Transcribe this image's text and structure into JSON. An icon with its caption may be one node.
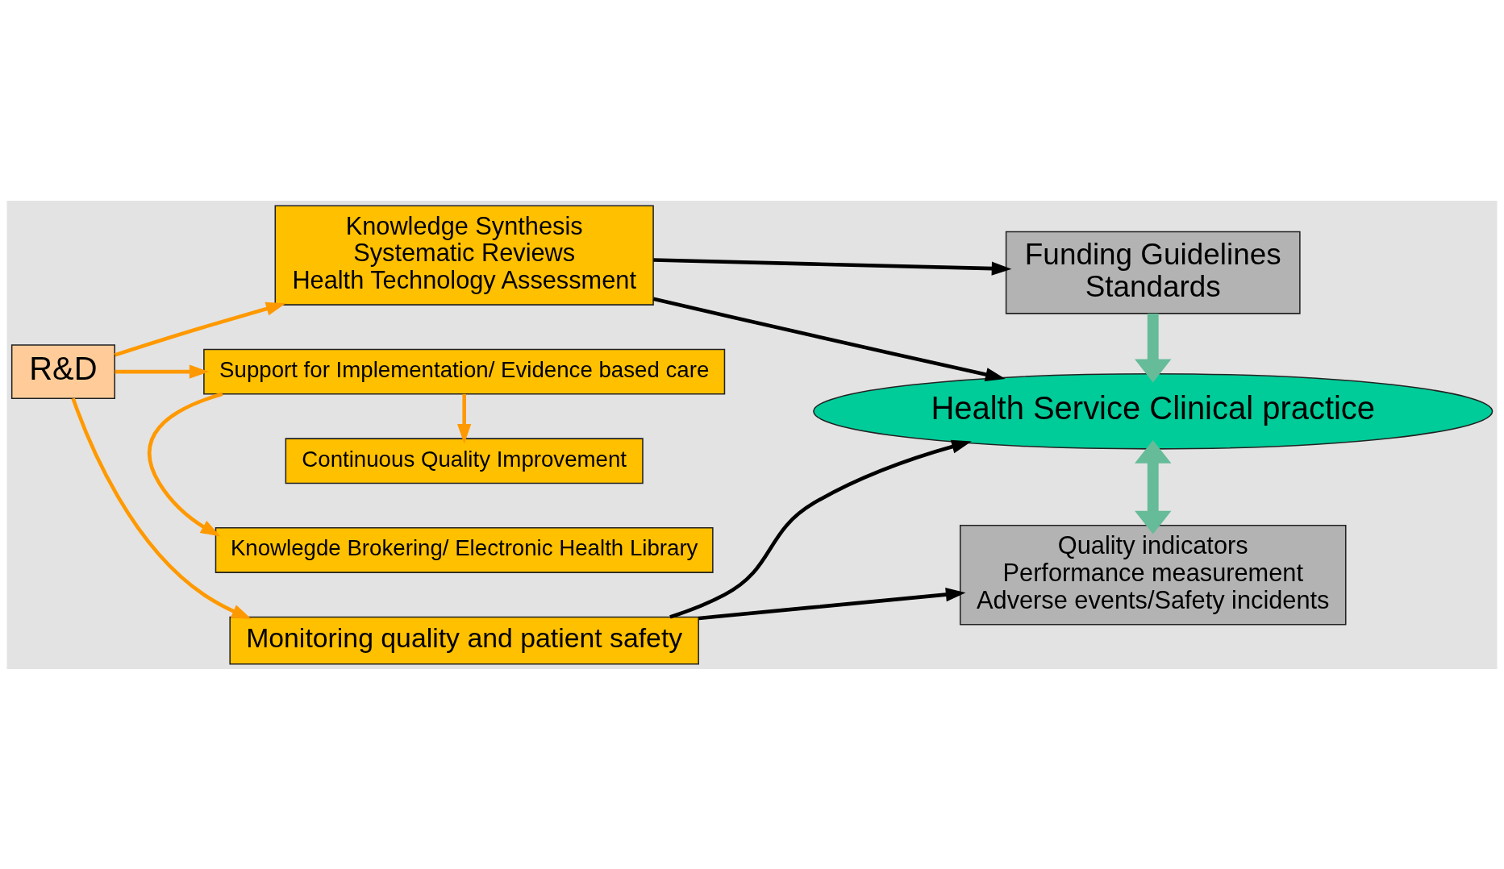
{
  "diagram": {
    "nodes": [
      {
        "text": [
          "R&D"
        ]
      },
      {
        "text": [
          "Knowledge Synthesis",
          "Systematic Reviews",
          "Health Technology Assessment"
        ]
      },
      {
        "text": [
          "Funding Guidelines",
          "Standards"
        ]
      },
      {
        "text": [
          "Knowlegde Brokering/ Electronic Health Library"
        ]
      },
      {
        "text": [
          "Support for Implementation/ Evidence based care"
        ]
      },
      {
        "text": [
          "Health Service Clinical practice"
        ]
      },
      {
        "text": [
          "Continuous Quality Improvement"
        ]
      },
      {
        "text": [
          "Monitoring quality and patient safety"
        ]
      },
      {
        "text": [
          "Quality indicators",
          "Performance measurement",
          "Adverse events/Safety incidents"
        ]
      }
    ],
    "edges": [
      {
        "from": 0,
        "to": 1,
        "arrow": "to",
        "color": "#ff9900"
      },
      {
        "from": 0,
        "to": 4,
        "arrow": "to",
        "color": "#ff9900"
      },
      {
        "from": 0,
        "to": 7,
        "arrow": "to",
        "color": "#ff9900"
      },
      {
        "from": 1,
        "to": 2,
        "arrow": "to",
        "color": "#000000"
      },
      {
        "from": 1,
        "to": 5,
        "arrow": "to",
        "color": "#000000"
      },
      {
        "from": 4,
        "to": 3,
        "arrow": "to",
        "color": "#ff9900"
      },
      {
        "from": 4,
        "to": 6,
        "arrow": "to",
        "color": "#ff9900"
      },
      {
        "from": 2,
        "to": 5,
        "arrow": "to",
        "style": "thick",
        "color": "#66bb99"
      },
      {
        "from": 7,
        "to": 5,
        "arrow": "to",
        "color": "#000000"
      },
      {
        "from": 7,
        "to": 8,
        "arrow": "to",
        "color": "#000000"
      },
      {
        "from": 5,
        "to": 8,
        "arrow": "both",
        "style": "thick",
        "color": "#66bb99"
      }
    ]
  }
}
